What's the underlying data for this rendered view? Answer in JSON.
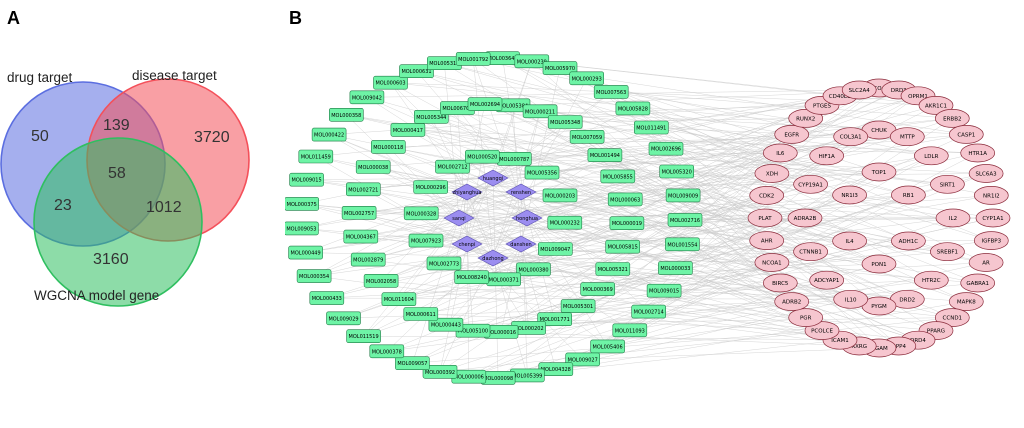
{
  "panels": {
    "a": "A",
    "b": "B"
  },
  "venn": {
    "sets": {
      "drug": {
        "label": "drug target",
        "color": "#5b6ee0"
      },
      "disease": {
        "label": "disease target",
        "color": "#f4505a"
      },
      "wgcna": {
        "label": "WGCNA model gene",
        "color": "#2fbf60"
      }
    },
    "regions": {
      "drug_only": "50",
      "drug_disease": "139",
      "disease_only": "3720",
      "all_three": "58",
      "drug_wgcna": "23",
      "disease_wgcna": "1012",
      "wgcna_only": "3160"
    }
  },
  "network": {
    "colors": {
      "compound": "#6ef4a6",
      "herb": "#9b8df0",
      "target": "#f6c6cf",
      "edge": "#c9c9c9"
    },
    "herbs": [
      "huangqi",
      "zhiyanghua",
      "renshen",
      "sanqi",
      "honghua",
      "chenpi",
      "danshen",
      "dazhong"
    ],
    "compounds": [
      "MOL000787",
      "MOL005356",
      "MOL000203",
      "MOL000232",
      "MOL009047",
      "MOL000380",
      "MOL000371",
      "MOL008240",
      "MOL002773",
      "MOL007923",
      "MOL000328",
      "MOL000296",
      "MOL002712",
      "MOL000520",
      "MOL005384",
      "MOL000211",
      "MOL005348",
      "MOL007059",
      "MOL001494",
      "MOL005855",
      "MOL000063",
      "MOL000019",
      "MOL005815",
      "MOL005321",
      "MOL000369",
      "MOL005301",
      "MOL001771",
      "MOL000202",
      "MOL000016",
      "MOL005100",
      "MOL000443",
      "MOL000611",
      "MOL011604",
      "MOL002058",
      "MOL002879",
      "MOL004367",
      "MOL002757",
      "MOL002721",
      "MOL000038",
      "MOL000118",
      "MOL000417",
      "MOL005344",
      "MOL006709",
      "MOL002694",
      "MOL003648",
      "MOL000239",
      "MOL005970",
      "MOL000293",
      "MOL007563",
      "MOL005828",
      "MOL011491",
      "MOL002696",
      "MOL005320",
      "MOL009009",
      "MOL002716",
      "MOL001554",
      "MOL000033",
      "MOL009015",
      "MOL002714",
      "MOL011093",
      "MOL005406",
      "MOL009027",
      "MOL004328",
      "MOL005399",
      "MOL000098",
      "MOL000006",
      "MOL000392",
      "MOL009057",
      "MOL000378",
      "MOL011519",
      "MOL009029",
      "MOL000433",
      "MOL000354",
      "MOL000449",
      "MOL009053",
      "MOL000375",
      "MOL009015",
      "MOL011459",
      "MOL000422",
      "MOL000358",
      "MOL009042",
      "MOL000603",
      "MOL000631",
      "MOL005317",
      "MOL001792"
    ],
    "targets": [
      "TOP1",
      "RB1",
      "ADH1C",
      "PON1",
      "IL4",
      "NR1I3",
      "CHUK",
      "MTTP",
      "LDLR",
      "SIRT1",
      "IL2",
      "SREBF1",
      "HTR2C",
      "DRD2",
      "PYGM",
      "IL10",
      "ADCYAP1",
      "CTNNB1",
      "ADRA2B",
      "CYP19A1",
      "HIF1A",
      "COL3A1",
      "NCOA2",
      "DRD3",
      "OPRM1",
      "AKR1C1",
      "ERBB2",
      "CASP1",
      "HTR1A",
      "SLC6A3",
      "NR1I2",
      "CYP1A1",
      "IGFBP3",
      "AR",
      "GABRA1",
      "MAPK8",
      "CCND1",
      "PPARG",
      "DRD4",
      "DPP4",
      "MGAM",
      "RXRG",
      "ICAM1",
      "PCOLCE",
      "PGR",
      "ADRB2",
      "BIRC5",
      "NCOA1",
      "AHR",
      "PLAT",
      "CDK2",
      "XDH",
      "IL6",
      "EGFR",
      "RUNX2",
      "PTGES",
      "CD40LG",
      "SLC2A4"
    ]
  }
}
